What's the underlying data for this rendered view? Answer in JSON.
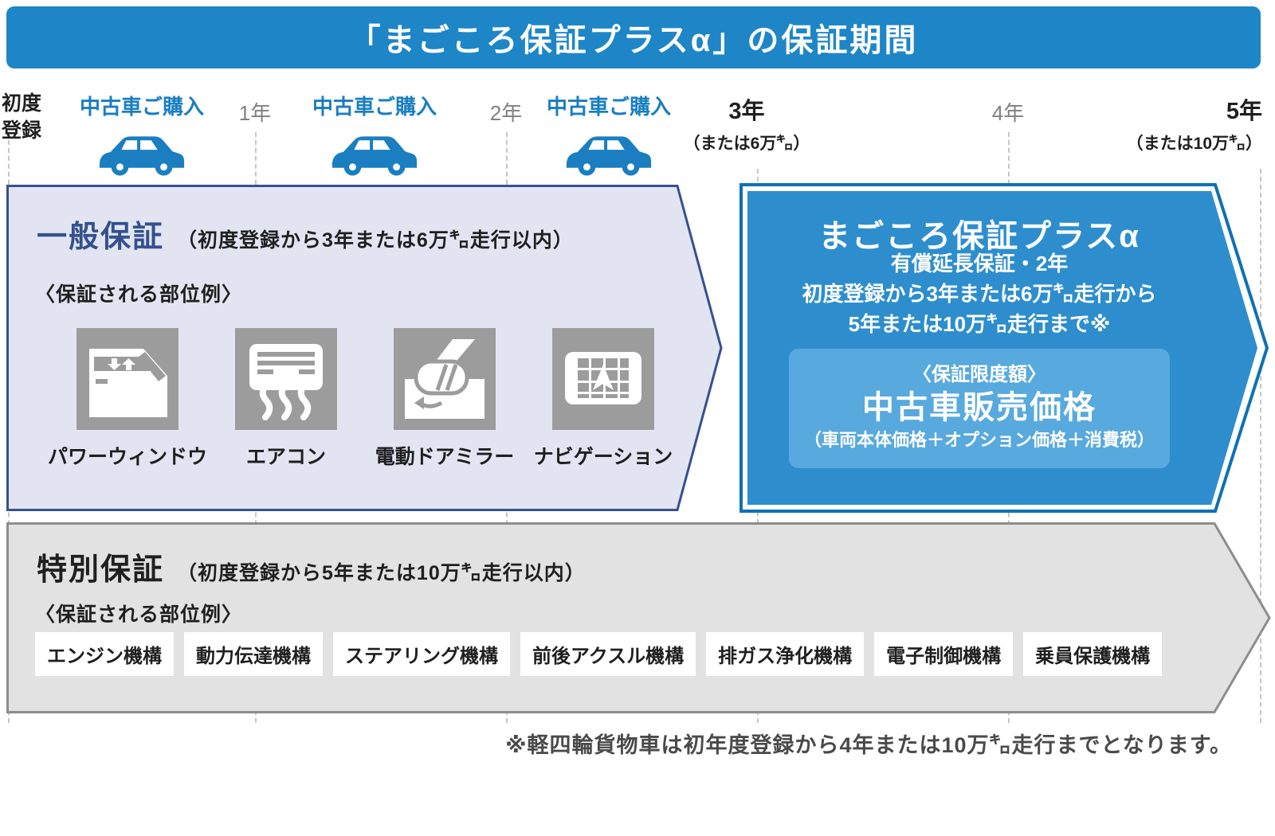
{
  "colors": {
    "header_blue": "#1e86c6",
    "plus_fill_blue": "#2e8ecd",
    "plus_border_blue": "#0e71b5",
    "plus_inner_blue": "#58a9dd",
    "general_fill": "#e2e5f1",
    "general_border": "#36508f",
    "general_title_navy": "#34508d",
    "special_fill": "#e2e2e2",
    "special_border": "#8d8d8d",
    "car_blue": "#1a7ec1",
    "tile_gray": "#9c9c9c",
    "year_gray": "#808080",
    "dash_gray": "#c6c6c6",
    "footnote_gray": "#4a4a4a"
  },
  "header": {
    "title": "「まごころ保証プラスα」の保証期間"
  },
  "timeline": {
    "origin_label": "初度登録",
    "purchase_label": "中古車ご購入",
    "marks": [
      {
        "label": "1年"
      },
      {
        "label": "2年"
      },
      {
        "label": "3年",
        "sub": "（または6万㌔）"
      },
      {
        "label": "4年"
      },
      {
        "label": "5年",
        "sub": "（または10万㌔）"
      }
    ]
  },
  "general_warranty": {
    "title": "一般保証",
    "subtitle": "（初度登録から3年または6万㌔走行以内）",
    "parts_heading": "〈保証される部位例〉",
    "parts": [
      {
        "icon": "power-window-icon",
        "label": "パワーウィンドウ"
      },
      {
        "icon": "air-conditioner-icon",
        "label": "エアコン"
      },
      {
        "icon": "door-mirror-icon",
        "label": "電動ドアミラー"
      },
      {
        "icon": "navigation-icon",
        "label": "ナビゲーション"
      }
    ]
  },
  "plus_warranty": {
    "title": "まごころ保証プラスα",
    "line1": "有償延長保証・2年",
    "line2": "初度登録から3年または6万㌔走行から",
    "line3": "5年または10万㌔走行まで※",
    "limit_heading": "〈保証限度額〉",
    "limit_value": "中古車販売価格",
    "limit_note": "（車両本体価格＋オプション価格＋消費税）"
  },
  "special_warranty": {
    "title": "特別保証",
    "subtitle": "（初度登録から5年または10万㌔走行以内）",
    "parts_heading": "〈保証される部位例〉",
    "parts": [
      "エンジン機構",
      "動力伝達機構",
      "ステアリング機構",
      "前後アクスル機構",
      "排ガス浄化機構",
      "電子制御機構",
      "乗員保護機構"
    ]
  },
  "footnote": "※軽四輪貨物車は初年度登録から4年または10万㌔走行までとなります。"
}
